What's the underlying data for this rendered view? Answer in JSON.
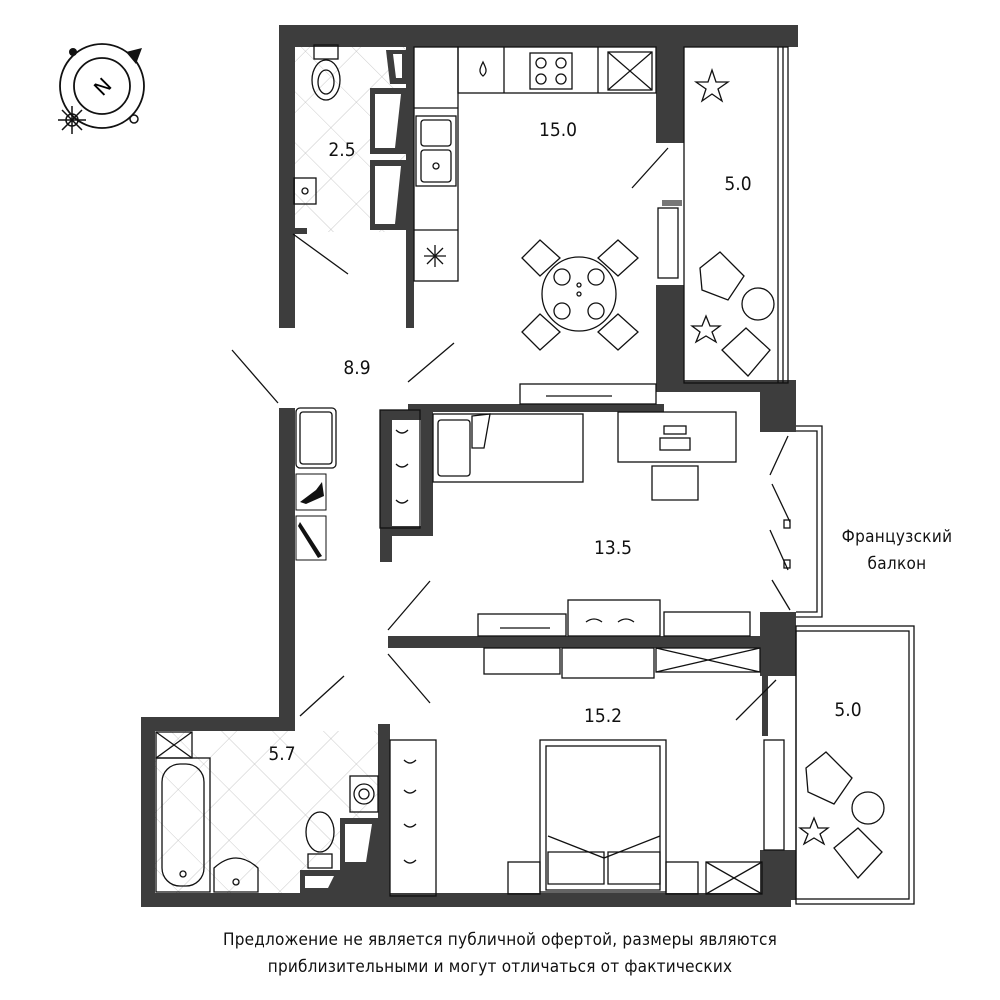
{
  "rooms": {
    "wc": {
      "area": "2.5"
    },
    "kitchen": {
      "area": "15.0"
    },
    "balcony_top": {
      "area": "5.0"
    },
    "hall": {
      "area": "8.9"
    },
    "bedroom_1": {
      "area": "13.5"
    },
    "bedroom_2": {
      "area": "15.2"
    },
    "balcony_bottom": {
      "area": "5.0"
    },
    "bathroom": {
      "area": "5.7"
    }
  },
  "french_balcony": {
    "line1": "Французский",
    "line2": "балкон"
  },
  "compass": {
    "letter": "N"
  },
  "disclaimer": {
    "line1": "Предложение не является публичной офертой, размеры являются",
    "line2": "приблизительными и могут отличаться от фактических"
  },
  "colors": {
    "wall": "#3d3d3d",
    "line": "#111111",
    "tile": "#bbbbbb",
    "background": "#ffffff"
  }
}
